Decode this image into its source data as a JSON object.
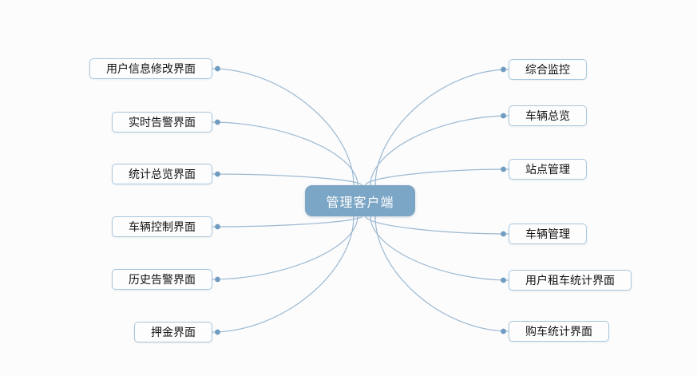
{
  "diagram": {
    "root_label": "管理客户端",
    "left_nodes": [
      {
        "label": "用户信息修改界面"
      },
      {
        "label": "实时告警界面"
      },
      {
        "label": "统计总览界面"
      },
      {
        "label": "车辆控制界面"
      },
      {
        "label": "历史告警界面"
      },
      {
        "label": "押金界面"
      }
    ],
    "right_nodes": [
      {
        "label": "综合监控"
      },
      {
        "label": "车辆总览"
      },
      {
        "label": "站点管理"
      },
      {
        "label": "车辆管理"
      },
      {
        "label": "用户租车统计界面"
      },
      {
        "label": "购车统计界面"
      }
    ],
    "colors": {
      "root_fill": "#7ca6c5",
      "root_text": "#ffffff",
      "leaf_border": "#a9c6dd",
      "leaf_fill": "#fdfdfd",
      "leaf_text": "#141414",
      "connector_line": "#9cb9d2",
      "connector_dot": "#6f9cc0",
      "background": "#fcfcfc"
    }
  }
}
